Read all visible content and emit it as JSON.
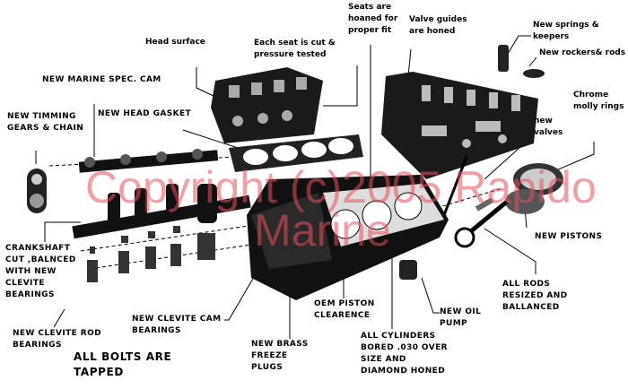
{
  "labels": {
    "head_surface": [
      "Head surface"
    ],
    "seat_cut": [
      "Each seat is cut  &",
      "pressure tested"
    ],
    "seats_hoaned": [
      "Seats are",
      "hoaned for",
      "proper fit"
    ],
    "valve_guides": [
      "Valve guides",
      "are honed"
    ],
    "springs": [
      "New springs &",
      "keepers"
    ],
    "rockers": [
      "New rockers& rods"
    ],
    "chrome_rings": [
      "Chrome",
      "molly rings"
    ],
    "new_valves": [
      "new",
      "valves"
    ],
    "marine_cam": [
      "NEW MARINE SPEC. CAM"
    ],
    "timing": [
      "NEW TIMMING",
      "GEARS & CHAIN"
    ],
    "head_gasket": [
      "NEW HEAD GASKET"
    ],
    "crankshaft": [
      "CRANKSHAFT",
      "CUT ,BALNCED",
      "WITH NEW",
      "CLEVITE",
      "BEARINGS"
    ],
    "rod_bearings": [
      "NEW CLEVITE ROD",
      "BEARINGS"
    ],
    "cam_bearings": [
      "NEW CLEVITE CAM",
      "BEARINGS"
    ],
    "bolts": [
      "ALL BOLTS ARE",
      "TAPPED"
    ],
    "freeze_plugs": [
      "NEW BRASS",
      "FREEZE",
      "PLUGS"
    ],
    "piston_clearance": [
      "OEM PISTON",
      "CLEARENCE"
    ],
    "cylinders": [
      "ALL CYLINDERS",
      "BORED .030 OVER",
      "SIZE AND",
      "DIAMOND HONED"
    ],
    "oil_pump": [
      "NEW OIL",
      "PUMP"
    ],
    "rods": [
      "ALL RODS",
      "RESIZED AND",
      "BALLANCED"
    ],
    "pistons": [
      "NEW PISTONS"
    ]
  },
  "watermark": [
    "Copyright (c)2005 Rapido",
    "Marine"
  ],
  "colors": {
    "ink": "#000000",
    "watermark": "#e6505a"
  }
}
